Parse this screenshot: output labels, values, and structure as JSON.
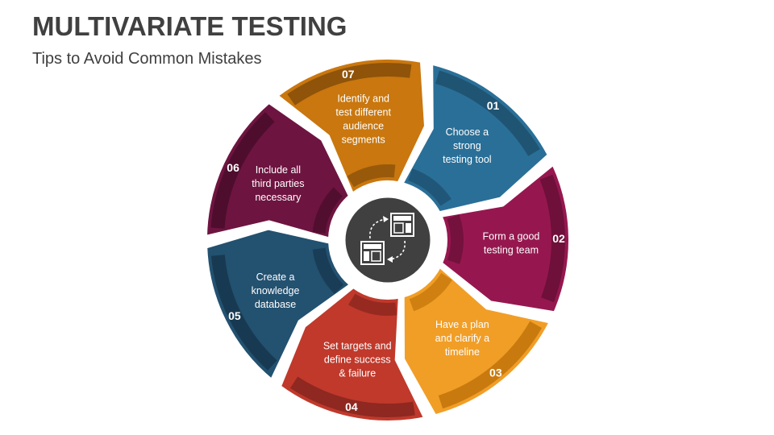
{
  "header": {
    "title": "MULTIVARIATE TESTING",
    "subtitle": "Tips to Avoid Common Mistakes"
  },
  "center": {
    "icon": "ab-layout-swap-icon",
    "fill": "#404040"
  },
  "segments": [
    {
      "number": "01",
      "lines": [
        "Choose a",
        "strong",
        "testing tool"
      ],
      "color": "#2A6F97",
      "dark": "#1F5473"
    },
    {
      "number": "02",
      "lines": [
        "Form a good",
        "testing team"
      ],
      "color": "#96174F",
      "dark": "#6E1039"
    },
    {
      "number": "03",
      "lines": [
        "Have a plan",
        "and clarify a",
        "timeline"
      ],
      "color": "#F19E27",
      "dark": "#C97A0E"
    },
    {
      "number": "04",
      "lines": [
        "Set targets and",
        "define success",
        "& failure"
      ],
      "color": "#C0392B",
      "dark": "#8E2820"
    },
    {
      "number": "05",
      "lines": [
        "Create a",
        "knowledge",
        "database"
      ],
      "color": "#235170",
      "dark": "#173A52"
    },
    {
      "number": "06",
      "lines": [
        "Include all",
        "third parties",
        "necessary"
      ],
      "color": "#6E1440",
      "dark": "#4E0D2D"
    },
    {
      "number": "07",
      "lines": [
        "Identify and",
        "test different",
        "audience",
        "segments"
      ],
      "color": "#C9770E",
      "dark": "#8F530A"
    }
  ]
}
